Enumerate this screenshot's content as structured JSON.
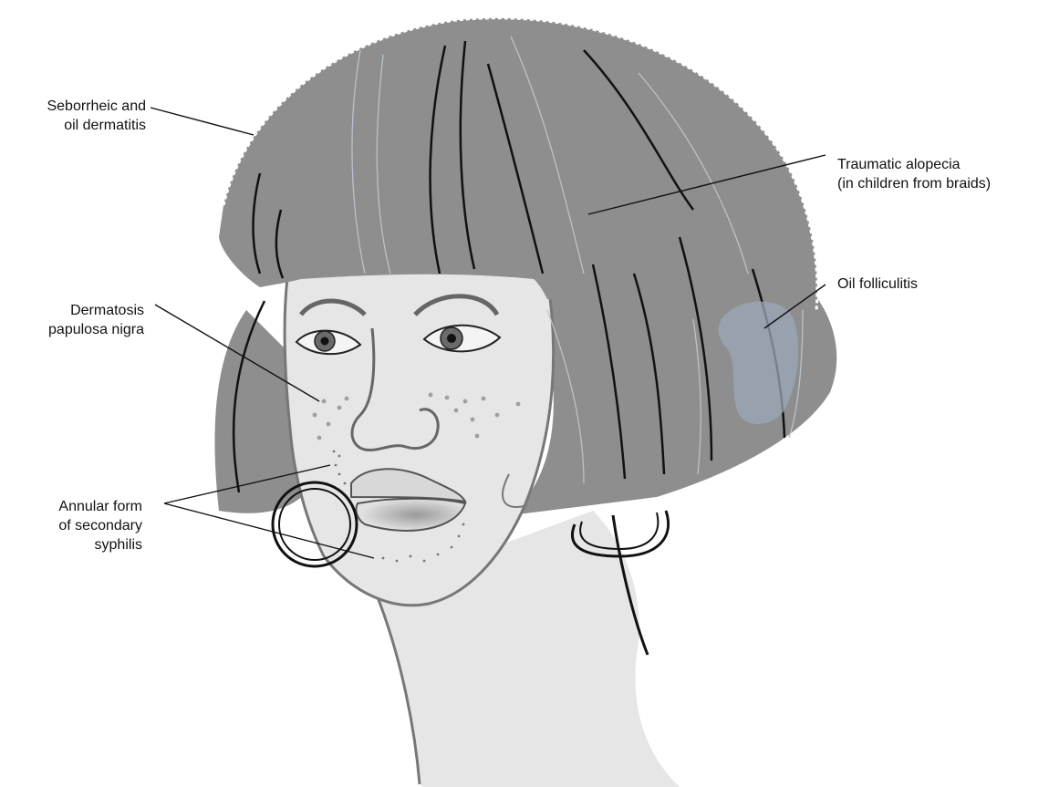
{
  "labels": {
    "seborrheic": [
      "Seborrheic and",
      "oil dermatitis"
    ],
    "traumatic": [
      "Traumatic alopecia",
      "(in children from braids)"
    ],
    "oil_folliculitis": [
      "Oil folliculitis"
    ],
    "dpn": [
      "Dermatosis",
      "papulosa nigra"
    ],
    "syphilis": [
      "Annular form",
      "of secondary",
      "syphilis"
    ]
  },
  "colors": {
    "hair": "#8e8e8e",
    "skin": "#e6e6e6",
    "outline": "#1a1a1a",
    "folliculitis_patch": "#9aa8b8",
    "background": "#ffffff"
  }
}
